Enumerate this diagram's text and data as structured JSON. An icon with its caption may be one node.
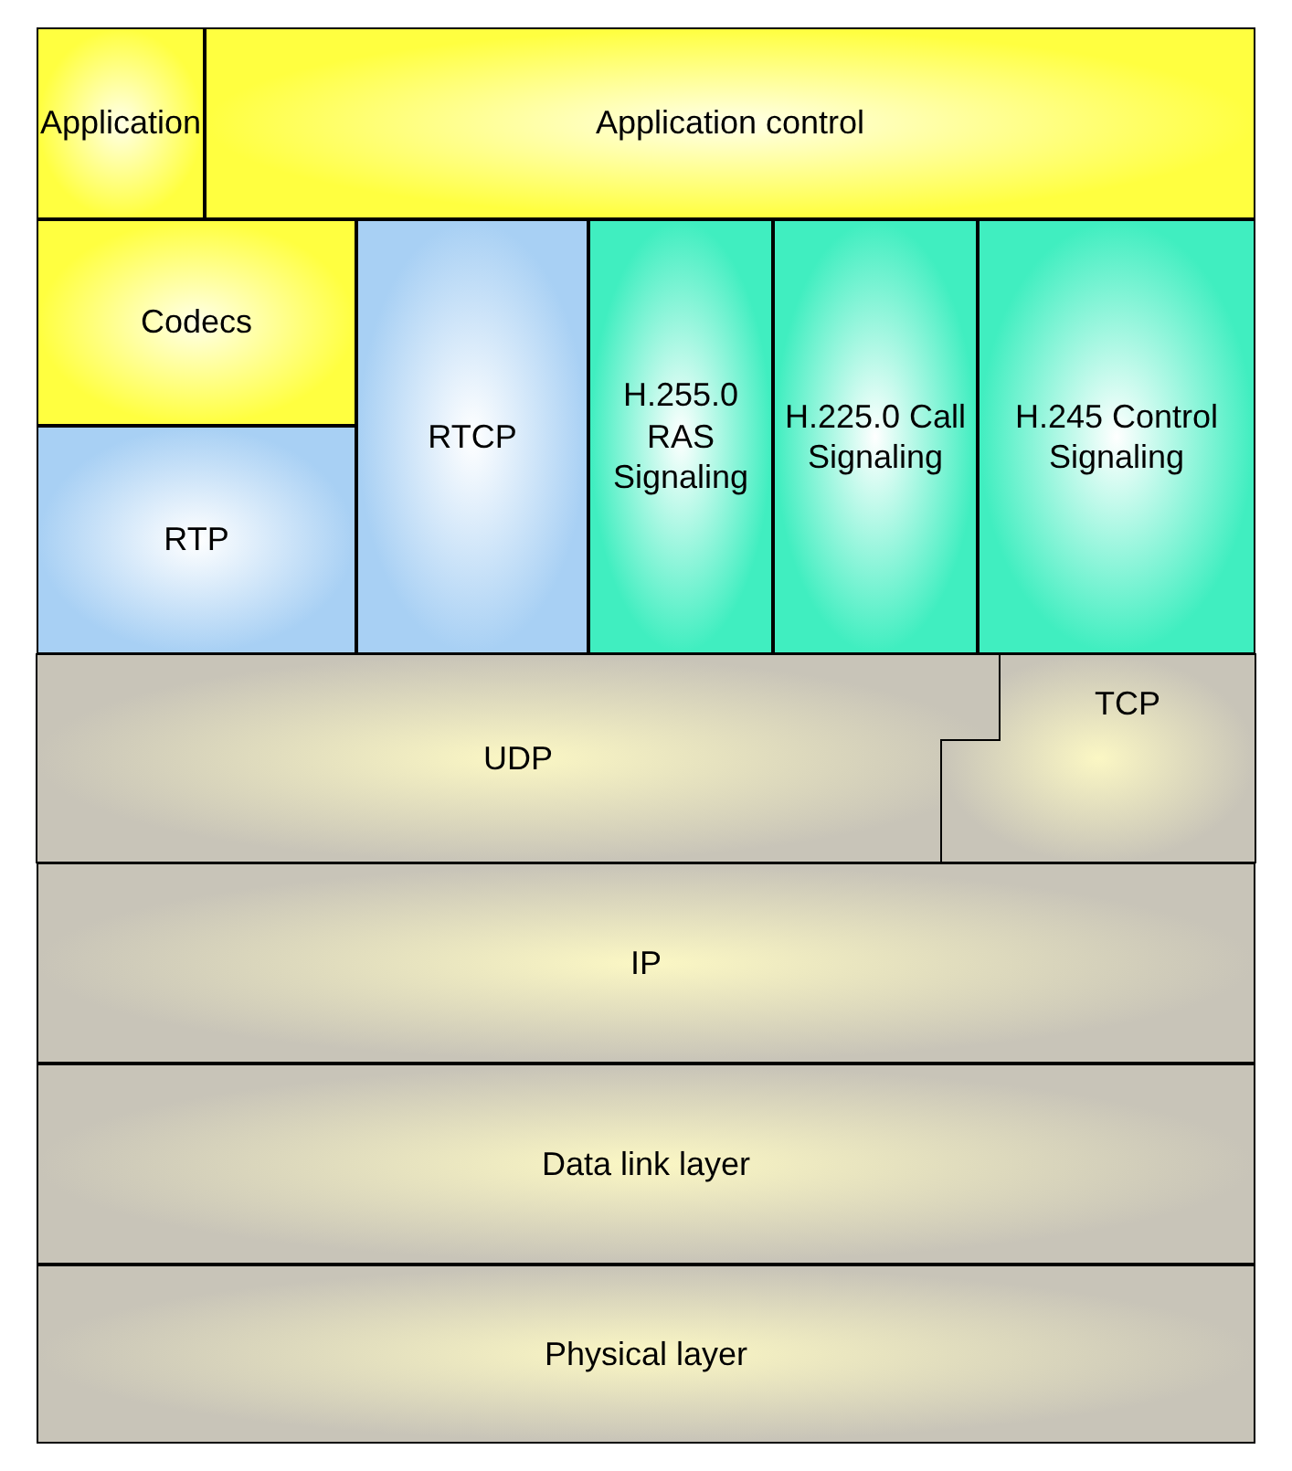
{
  "diagram": {
    "nodes": [
      {
        "text": [
          "Application"
        ]
      },
      {
        "text": [
          "Application control"
        ]
      },
      {
        "text": [
          "Codecs"
        ]
      },
      {
        "text": [
          "RTP"
        ]
      },
      {
        "text": [
          "RTCP"
        ]
      },
      {
        "text": [
          "H.255.0 RAS Signaling"
        ]
      },
      {
        "text": [
          "H.225.0 Call Signaling"
        ]
      },
      {
        "text": [
          "H.245 Control Signaling"
        ]
      },
      {
        "text": [
          "UDP"
        ]
      },
      {
        "text": [
          "TCP"
        ]
      },
      {
        "text": [
          "IP"
        ]
      },
      {
        "text": [
          "Data link layer"
        ]
      },
      {
        "text": [
          "Physical layer"
        ]
      }
    ]
  }
}
